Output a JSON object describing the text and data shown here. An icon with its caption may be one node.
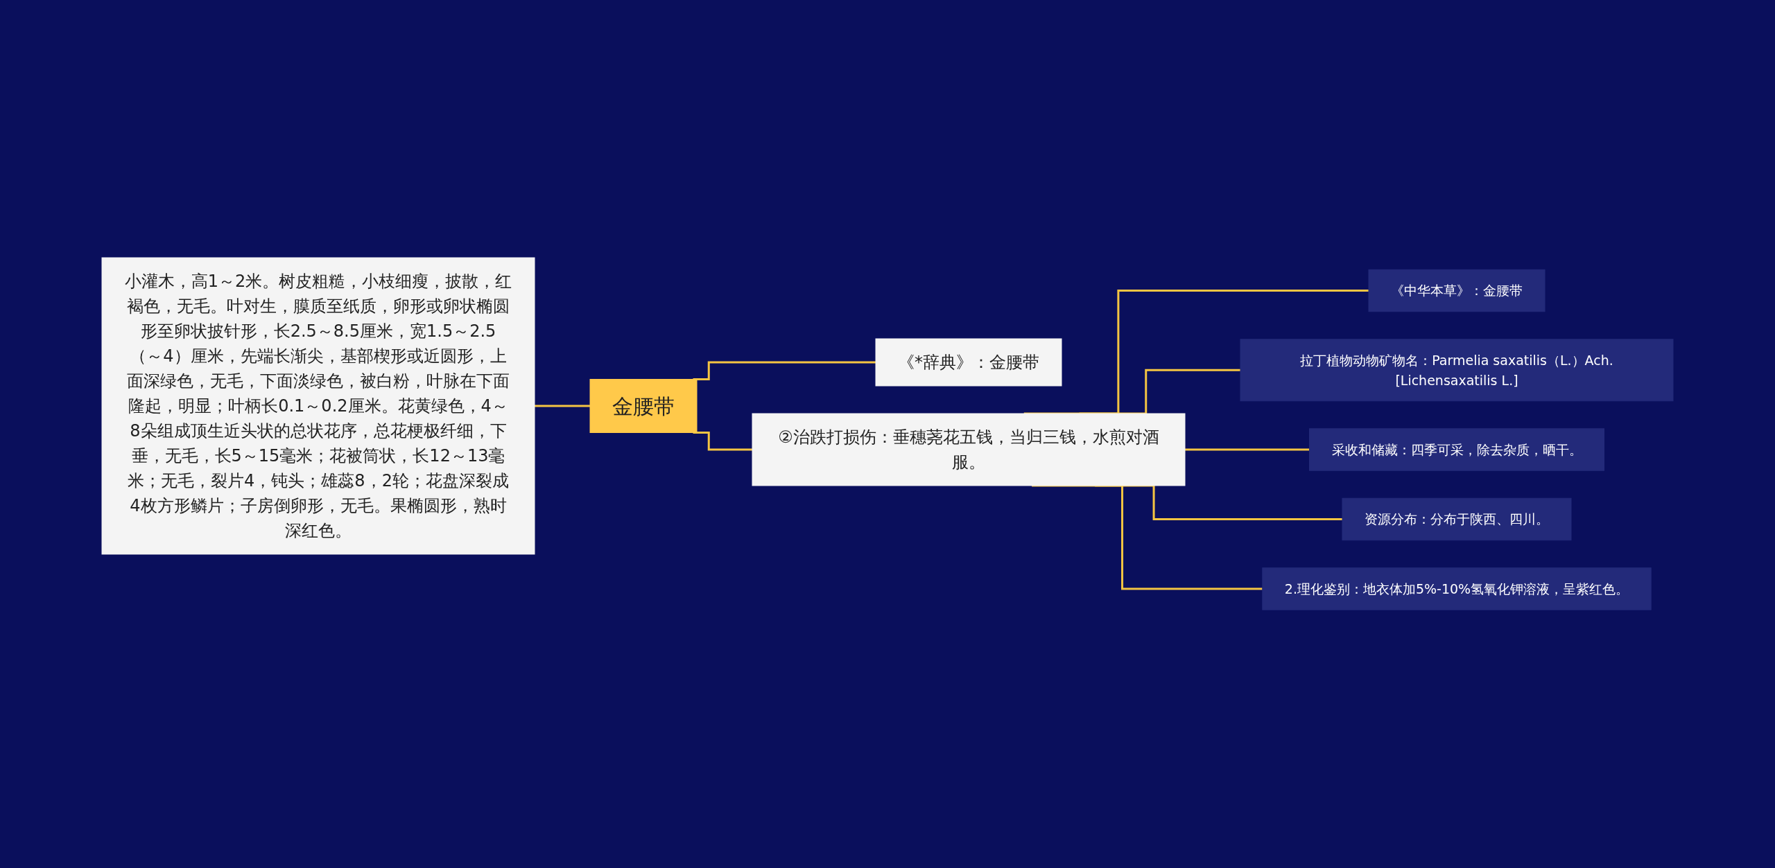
{
  "diagram": {
    "nodes": [
      {
        "text": [
          "金腰带"
        ]
      },
      {
        "text": [
          "小灌木，高1～2米。树皮粗糙，小枝细瘦，披散，红褐色，无毛。叶对生，膜质至纸质，卵形或卵状椭圆形至卵状披针形，长2.5～8.5厘米，宽1.5～2.5（～4）厘米，先端长渐尖，基部楔形或近圆形，上面深绿色，无毛，下面淡绿色，被白粉，叶脉在下面隆起，明显；叶柄长0.1～0.2厘米。花黄绿色，4～8朵组成顶生近头状的总状花序，总花梗极纤细，下垂，无毛，长5～15毫米；花被筒状，长12～13毫米；无毛，裂片4，钝头；雄蕊8，2轮；花盘深裂成4枚方形鳞片；子房倒卵形，无毛。果椭圆形，熟时深红色。"
        ]
      },
      {
        "text": [
          "《*辞典》：金腰带"
        ]
      },
      {
        "text": [
          "②治跌打损伤：垂穗荛花五钱，当归三钱，水煎对酒服。"
        ]
      },
      {
        "text": [
          "《中华本草》：金腰带"
        ]
      },
      {
        "text": [
          "拉丁植物动物矿物名：Parmelia saxatilis（L.）Ach.[Lichensaxatilis L.]"
        ]
      },
      {
        "text": [
          "采收和储藏：四季可采，除去杂质，晒干。"
        ]
      },
      {
        "text": [
          "资源分布：分布于陕西、四川。"
        ]
      },
      {
        "text": [
          "2.理化鉴别：地衣体加5%-10%氢氧化钾溶液，呈紫红色。"
        ]
      }
    ],
    "edges": [
      {
        "from": 1,
        "to": 0,
        "arrow": "none"
      },
      {
        "from": 0,
        "to": 2,
        "arrow": "none"
      },
      {
        "from": 0,
        "to": 3,
        "arrow": "none"
      },
      {
        "from": 3,
        "to": 4,
        "arrow": "none"
      },
      {
        "from": 3,
        "to": 5,
        "arrow": "none"
      },
      {
        "from": 3,
        "to": 6,
        "arrow": "none"
      },
      {
        "from": 3,
        "to": 7,
        "arrow": "none"
      },
      {
        "from": 3,
        "to": 8,
        "arrow": "none"
      }
    ]
  }
}
